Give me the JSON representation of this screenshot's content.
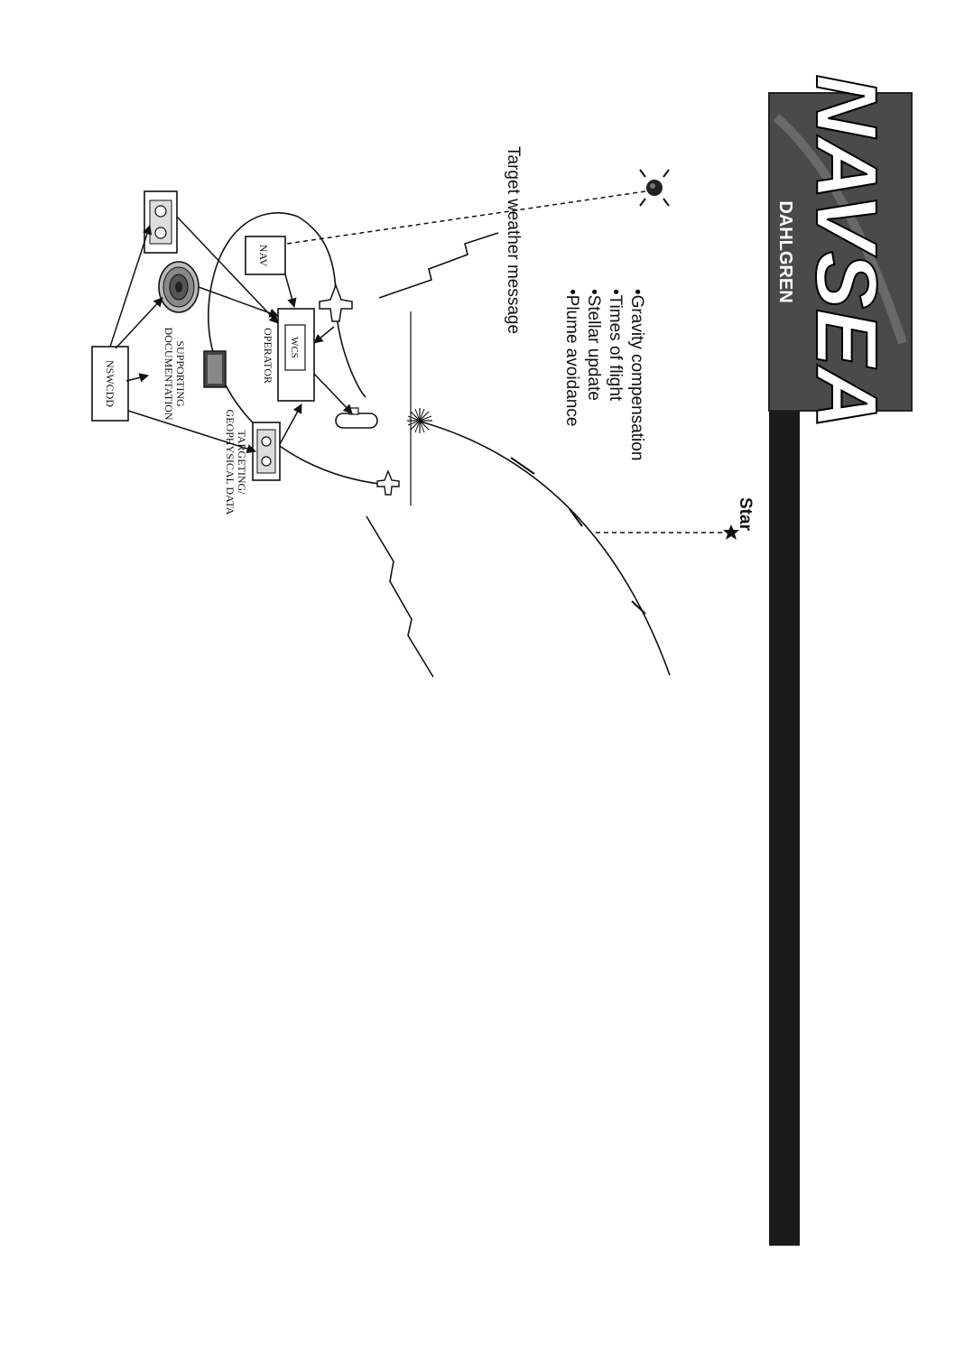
{
  "header": {
    "logo_text": "NAVSEA",
    "subtitle": "DAHLGREN"
  },
  "bullets": [
    "•Gravity compensation",
    "•Times of flight",
    "•Stellar update",
    "•Plume avoidance"
  ],
  "labels": {
    "target_weather": "Target weather message",
    "star": "Star",
    "nav": "NAV",
    "wcs": "WCS",
    "operator": "OPERATOR",
    "supporting_1": "SUPPORTING",
    "supporting_2": "DOCUMENTATION",
    "targeting_1": "TARGETING/",
    "targeting_2": "GEOPHYSICAL DATA",
    "nswcdd": "NSWCDD"
  },
  "colors": {
    "banner": "#1a1a1a",
    "ink": "#111111",
    "paper": "#ffffff"
  },
  "icons": [
    "satellite-icon",
    "star-icon",
    "aircraft-icon",
    "tape-cartridge-icon",
    "disk-pack-icon",
    "manual-icon",
    "submarine-icon",
    "lightning-icon"
  ]
}
